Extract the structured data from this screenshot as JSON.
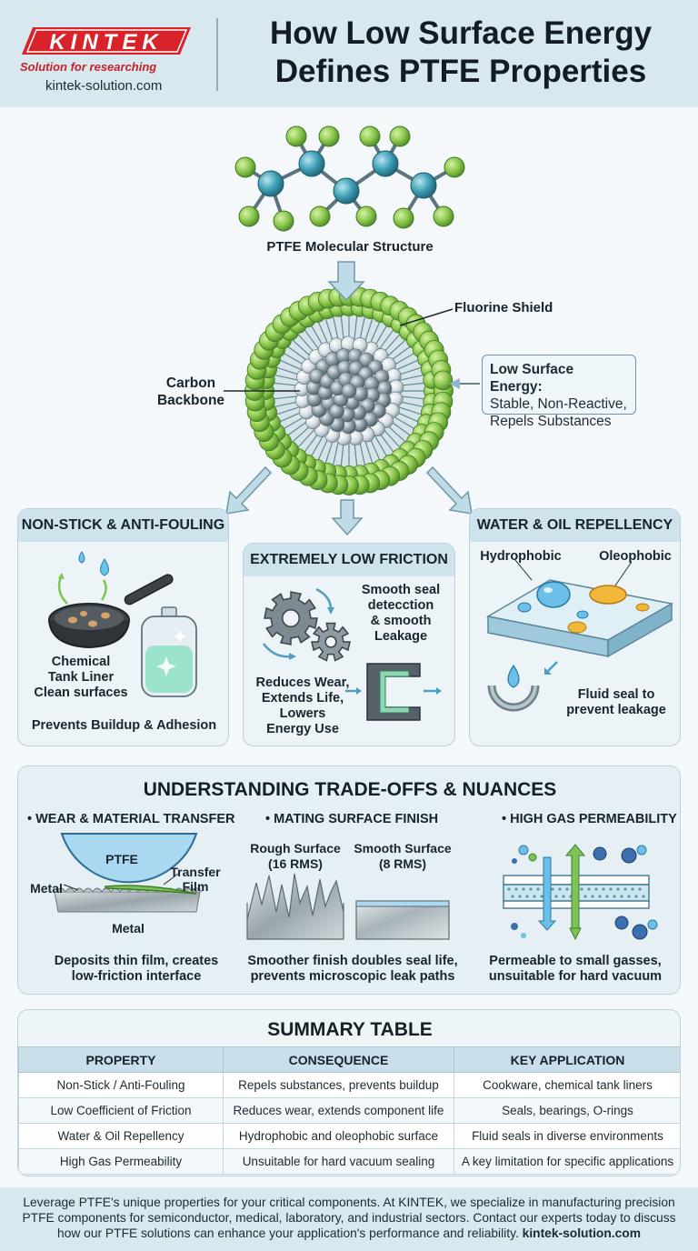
{
  "header": {
    "logo_text": "KINTEK",
    "logo_tagline": "Solution for researching",
    "logo_url": "kintek-solution.com",
    "title_line1": "How Low Surface Energy",
    "title_line2": "Defines PTFE Properties"
  },
  "diagram": {
    "molecule_label": "PTFE Molecular Structure",
    "shield_label": "Fluorine Shield",
    "backbone_label_line1": "Carbon",
    "backbone_label_line2": "Backbone",
    "low_energy_head": "Low Surface Energy:",
    "low_energy_line2": "Stable, Non-Reactive,",
    "low_energy_line3": "Repels Substances"
  },
  "panels": {
    "nonstick": {
      "title": "NON-STICK & ANTI-FOULING",
      "label_line1": "Chemical",
      "label_line2": "Tank Liner",
      "label_line3": "Clean surfaces",
      "caption": "Prevents Buildup & Adhesion"
    },
    "friction": {
      "title": "EXTREMELY LOW FRICTION",
      "seal_line1": "Smooth seal",
      "seal_line2": "detecction",
      "seal_line3": "& smooth",
      "seal_line4": "Leakage",
      "wear_line1": "Reduces Wear,",
      "wear_line2": "Extends Life,",
      "wear_line3": "Lowers",
      "wear_line4": "Energy Use"
    },
    "repellency": {
      "title": "WATER & OIL REPELLENCY",
      "hydro": "Hydrophobic",
      "oleo": "Oleophobic",
      "seal_line1": "Fluid seal to",
      "seal_line2": "prevent leakage"
    }
  },
  "tradeoffs": {
    "title": "UNDERSTANDING TRADE-OFFS & NUANCES",
    "wear": {
      "head": "• WEAR & MATERIAL TRANSFER",
      "ptfe": "PTFE",
      "metal_side": "Metal",
      "metal_base": "Metal",
      "film_line1": "Transfer",
      "film_line2": "Film",
      "caption_line1": "Deposits thin film, creates",
      "caption_line2": "low-friction interface"
    },
    "finish": {
      "head": "• MATING SURFACE FINISH",
      "rough_line1": "Rough Surface",
      "rough_line2": "(16 RMS)",
      "smooth_line1": "Smooth Surface",
      "smooth_line2": "(8 RMS)",
      "caption_line1": "Smoother finish doubles seal life,",
      "caption_line2": "prevents microscopic leak paths"
    },
    "gas": {
      "head": "• HIGH GAS PERMEABILITY",
      "caption_line1": "Permeable to small gasses,",
      "caption_line2": "unsuitable for hard vacuum"
    }
  },
  "summary": {
    "title": "SUMMARY TABLE",
    "columns": [
      "PROPERTY",
      "CONSEQUENCE",
      "KEY APPLICATION"
    ],
    "rows": [
      [
        "Non-Stick / Anti-Fouling",
        "Repels substances, prevents buildup",
        "Cookware, chemical tank liners"
      ],
      [
        "Low Coefficient of Friction",
        "Reduces wear, extends component life",
        "Seals, bearings, O-rings"
      ],
      [
        "Water & Oil Repellency",
        "Hydrophobic and oleophobic surface",
        "Fluid seals in diverse environments"
      ],
      [
        "High Gas Permeability",
        "Unsuitable for hard vacuum sealing",
        "A key limitation for specific applications"
      ]
    ]
  },
  "footer": {
    "text": "Leverage PTFE's unique properties for your critical components. At KINTEK, we specialize in manufacturing precision PTFE components for semiconductor, medical, laboratory, and industrial sectors. Contact our experts today to discuss how our PTFE solutions can enhance your application's performance and reliability.",
    "url": "kintek-solution.com"
  },
  "colors": {
    "fluorine": "#8cc84b",
    "carbon": "#3d9fb5",
    "core": "#8a9aa3",
    "panel_head": "#cfe3ec",
    "accent_red": "#d8232a"
  }
}
